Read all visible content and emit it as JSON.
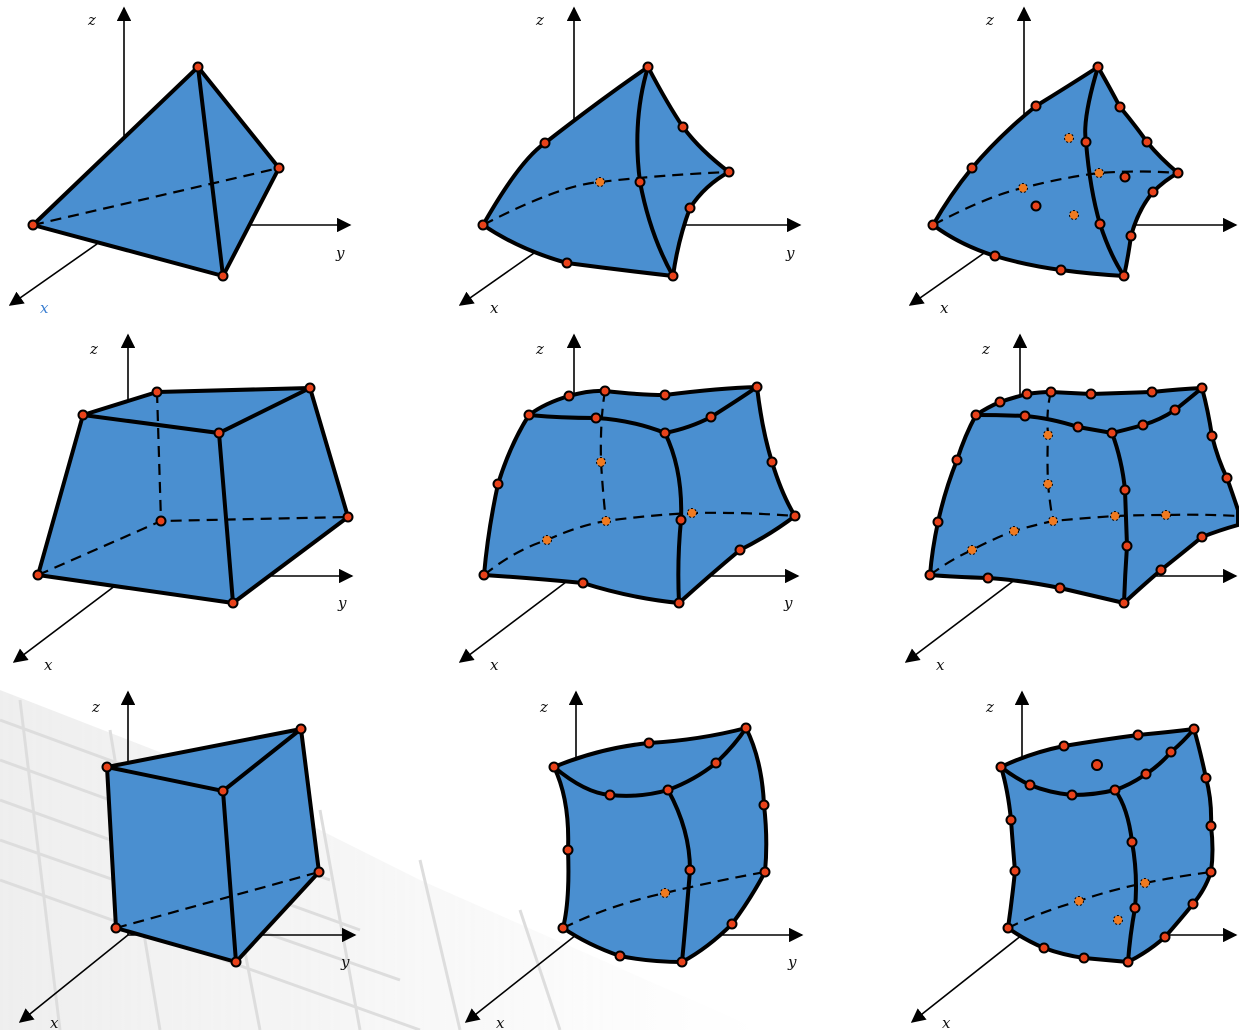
{
  "colors": {
    "element_fill": "#4a8fd0",
    "node_fill": "#e8421a",
    "hidden_node_fill": "#f07a20",
    "edge": "#000000"
  },
  "axis_labels": {
    "x": "x",
    "y": "y",
    "z": "z"
  },
  "rows": [
    {
      "element": "tetrahedron",
      "orders": [
        "linear",
        "quadratic",
        "cubic"
      ]
    },
    {
      "element": "hexahedron",
      "orders": [
        "linear",
        "quadratic",
        "cubic"
      ]
    },
    {
      "element": "wedge",
      "orders": [
        "linear",
        "quadratic",
        "cubic"
      ]
    }
  ]
}
